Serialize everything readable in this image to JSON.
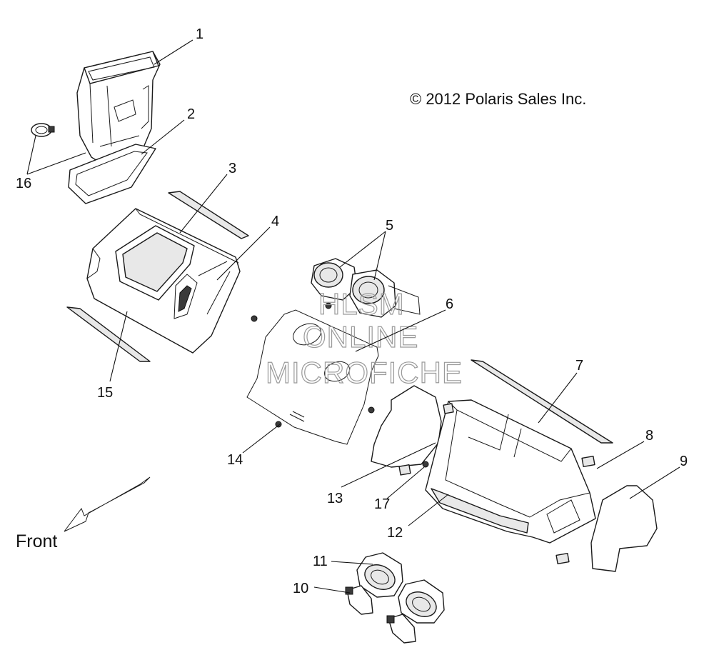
{
  "copyright": "© 2012 Polaris Sales Inc.",
  "front_label": "Front",
  "watermark": [
    "HLSM",
    "ONLINE",
    "MICROFICHE"
  ],
  "callouts": [
    "1",
    "2",
    "3",
    "4",
    "5",
    "6",
    "7",
    "8",
    "9",
    "10",
    "11",
    "12",
    "13",
    "14",
    "15",
    "16",
    "17"
  ],
  "colors": {
    "line": "#1a1a1a",
    "watermark": "#9a9a9a",
    "background": "#ffffff"
  }
}
